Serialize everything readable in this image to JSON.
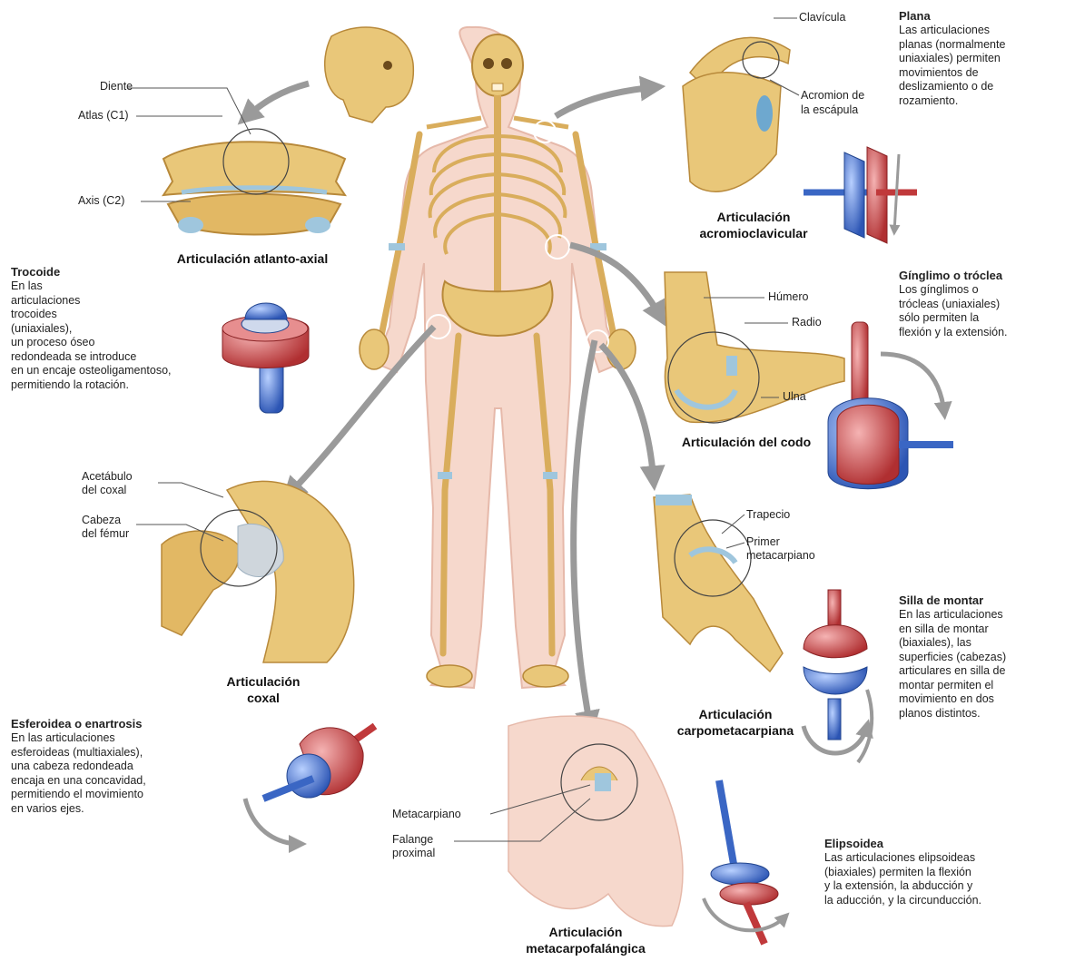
{
  "joints": {
    "atlantoaxial": {
      "title": "Articulación atlanto-axial",
      "labels": {
        "diente": "Diente",
        "atlas": "Atlas (C1)",
        "axis": "Axis (C2)"
      }
    },
    "acromioclavicular": {
      "title_line1": "Articulación",
      "title_line2": "acromioclavicular",
      "labels": {
        "clavicula": "Clavícula",
        "acromion_line1": "Acromion de",
        "acromion_line2": "la escápula"
      }
    },
    "elbow": {
      "title": "Articulación del codo",
      "labels": {
        "humero": "Húmero",
        "radio": "Radio",
        "ulna": "Ulna"
      }
    },
    "hip": {
      "title_line1": "Articulación",
      "title_line2": "coxal",
      "labels": {
        "acetabulo_line1": "Acetábulo",
        "acetabulo_line2": "del coxal",
        "cabeza_line1": "Cabeza",
        "cabeza_line2": "del fémur"
      }
    },
    "carpometacarpal": {
      "title_line1": "Articulación",
      "title_line2": "carpometacarpiana",
      "labels": {
        "trapecio": "Trapecio",
        "metacarpiano_line1": "Primer",
        "metacarpiano_line2": "metacarpiano"
      }
    },
    "metacarpophalangeal": {
      "title_line1": "Articulación",
      "title_line2": "metacarpofalángica",
      "labels": {
        "metacarpiano": "Metacarpiano",
        "falange_line1": "Falange",
        "falange_line2": "proximal"
      }
    }
  },
  "types": {
    "plana": {
      "heading": "Plana",
      "lines": [
        "Las articulaciones",
        "planas (normalmente",
        "uniaxiales) permiten",
        "movimientos de",
        "deslizamiento o de",
        "rozamiento."
      ]
    },
    "trocoide": {
      "heading": "Trocoide",
      "lines": [
        "En las",
        "articulaciones",
        "trocoides",
        "(uniaxiales),",
        "un proceso óseo",
        "redondeada se introduce",
        "en un encaje osteoligamentoso,",
        "permitiendo la rotación."
      ]
    },
    "ginglimo": {
      "heading": "Gínglimo o tróclea",
      "lines": [
        "Los gínglimos o",
        "trócleas (uniaxiales)",
        "sólo permiten la",
        "flexión y la extensión."
      ]
    },
    "silla": {
      "heading": "Silla de montar",
      "lines": [
        "En las articulaciones",
        "en silla de montar",
        "(biaxiales), las",
        "superficies (cabezas)",
        "articulares en silla de",
        "montar permiten el",
        "movimiento en dos",
        "planos distintos."
      ]
    },
    "esferoidea": {
      "heading": "Esferoidea o enartrosis",
      "lines": [
        "En las articulaciones",
        "esferoideas (multiaxiales),",
        "una cabeza redondeada",
        "encaja en una concavidad,",
        "permitiendo el movimiento",
        "en varios ejes."
      ]
    },
    "elipsoidea": {
      "heading": "Elipsoidea",
      "lines": [
        "Las articulaciones elipsoideas",
        "(biaxiales) permiten la flexión",
        "y la extensión, la abducción y",
        "la aducción, y la circunducción."
      ]
    }
  },
  "colors": {
    "bone": "#e9c779",
    "bone_dark": "#b8893a",
    "skin": "#f6d8cc",
    "cartilage": "#9fc6dd",
    "model_blue": "#3a66c4",
    "model_red": "#c0393b",
    "arrow": "#9a9a9a"
  }
}
